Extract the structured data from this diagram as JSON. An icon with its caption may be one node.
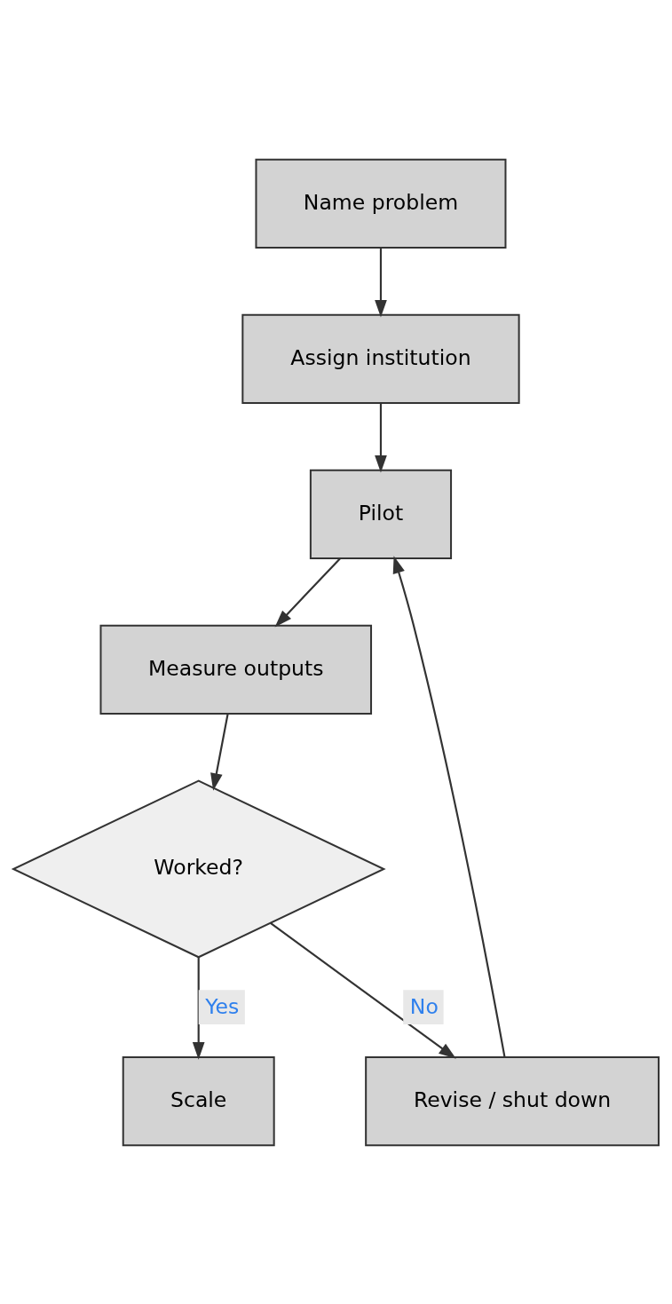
{
  "diagram": {
    "nodes": [
      {
        "text": [
          "Name problem"
        ]
      },
      {
        "text": [
          "Assign institution"
        ]
      },
      {
        "text": [
          "Pilot"
        ]
      },
      {
        "text": [
          "Measure outputs"
        ]
      },
      {
        "text": [
          "Worked?"
        ]
      },
      {
        "text": [
          "Scale"
        ]
      },
      {
        "text": [
          "Revise / shut down"
        ]
      }
    ],
    "edges": [
      {
        "from": 0,
        "to": 1,
        "arrow": "to"
      },
      {
        "from": 1,
        "to": 2,
        "arrow": "to"
      },
      {
        "from": 2,
        "to": 3,
        "arrow": "to"
      },
      {
        "from": 3,
        "to": 4,
        "arrow": "to"
      },
      {
        "from": 4,
        "to": 5,
        "arrow": "to",
        "label": "Yes"
      },
      {
        "from": 4,
        "to": 6,
        "arrow": "to",
        "label": "No"
      },
      {
        "from": 6,
        "to": 2,
        "arrow": "to"
      }
    ]
  }
}
